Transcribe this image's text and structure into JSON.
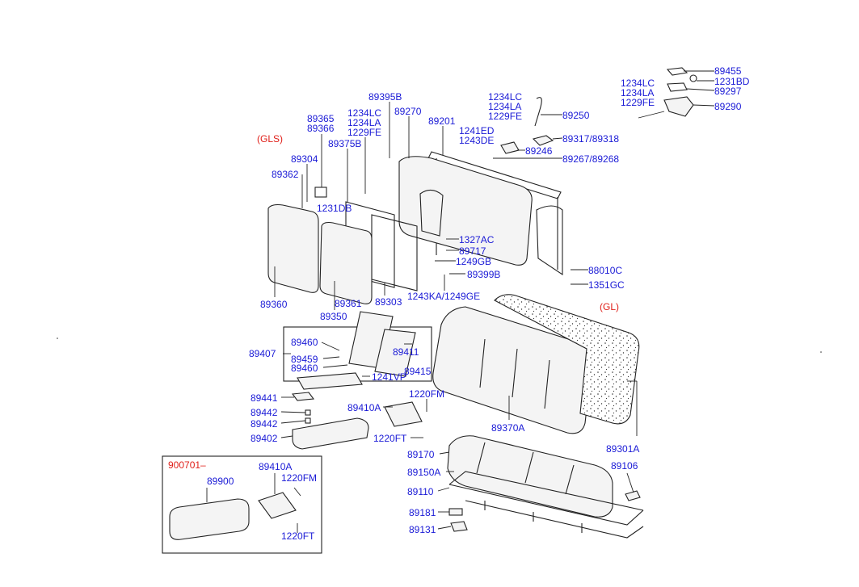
{
  "variants": {
    "gls": "(GLS)",
    "gl": "(GL)"
  },
  "inset": {
    "code": "900701–",
    "part": "89900",
    "p1": "89410A",
    "p2": "1220FM",
    "p3": "1220FT"
  },
  "labels": {
    "l89455": "89455",
    "l1231BD_top": "1231BD",
    "l89297": "89297",
    "l89290": "89290",
    "l1234LC_tr": "1234LC",
    "l1234LA_tr": "1234LA",
    "l1229FE_tr": "1229FE",
    "l1234LC_m": "1234LC",
    "l1234LA_m": "1234LA",
    "l1229FE_m": "1229FE",
    "l89250": "89250",
    "l1241ED": "1241ED",
    "l1243DE": "1243DE",
    "l89317": "89317/89318",
    "l89246": "89246",
    "l89267": "89267/89268",
    "l89395B": "89395B",
    "l89270": "89270",
    "l89201": "89201",
    "l89365": "89365",
    "l89366": "89366",
    "l1234LC_l": "1234LC",
    "l1234LA_l": "1234LA",
    "l1229FE_l": "1229FE",
    "l89375B": "89375B",
    "l89304": "89304",
    "l89362": "89362",
    "l1231DB": "1231DB",
    "l1327AC": "1327AC",
    "l89717": "89717",
    "l1249GB": "1249GB",
    "l88010C": "88010C",
    "l89399B": "89399B",
    "l1351GC": "1351GC",
    "l1243KA": "1243KA/1249GE",
    "l89360": "89360",
    "l89361": "89361",
    "l89303": "89303",
    "l89350": "89350",
    "l89460a": "89460",
    "l89407": "89407",
    "l89459": "89459",
    "l89460b": "89460",
    "l89411": "89411",
    "l89415": "89415",
    "l1241VP": "1241VP",
    "l89441": "89441",
    "l89442a": "89442",
    "l89442b": "89442",
    "l89402": "89402",
    "l89410A": "89410A",
    "l1220FM": "1220FM",
    "l1220FT": "1220FT",
    "l89370A": "89370A",
    "l89301A": "89301A",
    "l89170": "89170",
    "l89150A": "89150A",
    "l89110": "89110",
    "l89181": "89181",
    "l89131": "89131",
    "l89106": "89106"
  }
}
